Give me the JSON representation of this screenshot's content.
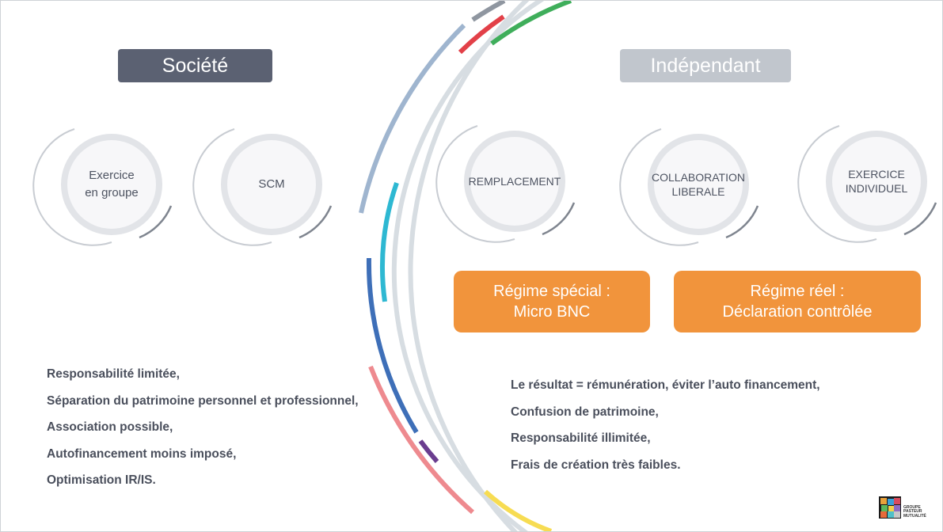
{
  "societe": {
    "title": "Société",
    "bubbles": [
      "Exercice\nen groupe",
      "SCM"
    ],
    "points": [
      "Responsabilité limitée,",
      "Séparation du patrimoine personnel et professionnel,",
      "Association possible,",
      "Autofinancement moins imposé,",
      "Optimisation IR/IS."
    ]
  },
  "independant": {
    "title": "Indépendant",
    "bubbles": [
      "REMPLACEMENT",
      "COLLABORATION\nLIBERALE",
      "EXERCICE\nINDIVIDUEL"
    ],
    "regimes": [
      "Régime spécial :\nMicro BNC",
      "Régime réel :\nDéclaration contrôlée"
    ],
    "points": [
      "Le résultat = rémunération, éviter l’auto financement,",
      "Confusion de patrimoine,",
      "Responsabilité illimitée,",
      "Frais de création très faibles."
    ]
  },
  "logo": {
    "text": "GROUPE\nPASTEUR\nMUTUALITÉ"
  },
  "colors": {
    "societe_tag": "#5b6172",
    "independant_tag": "#c1c6cd",
    "regime_box": "#f1943c",
    "text": "#4a4f5c",
    "arc_light": "#d3dadf",
    "arc_blue": "#3e6fb8",
    "arc_cyan": "#2eb8d2",
    "arc_steel": "#9fb5cf",
    "arc_red": "#e24048",
    "arc_green": "#3fae5b",
    "arc_pink": "#ee8a8f",
    "arc_purple": "#6a3d8f",
    "arc_yellow": "#f7dc52"
  }
}
